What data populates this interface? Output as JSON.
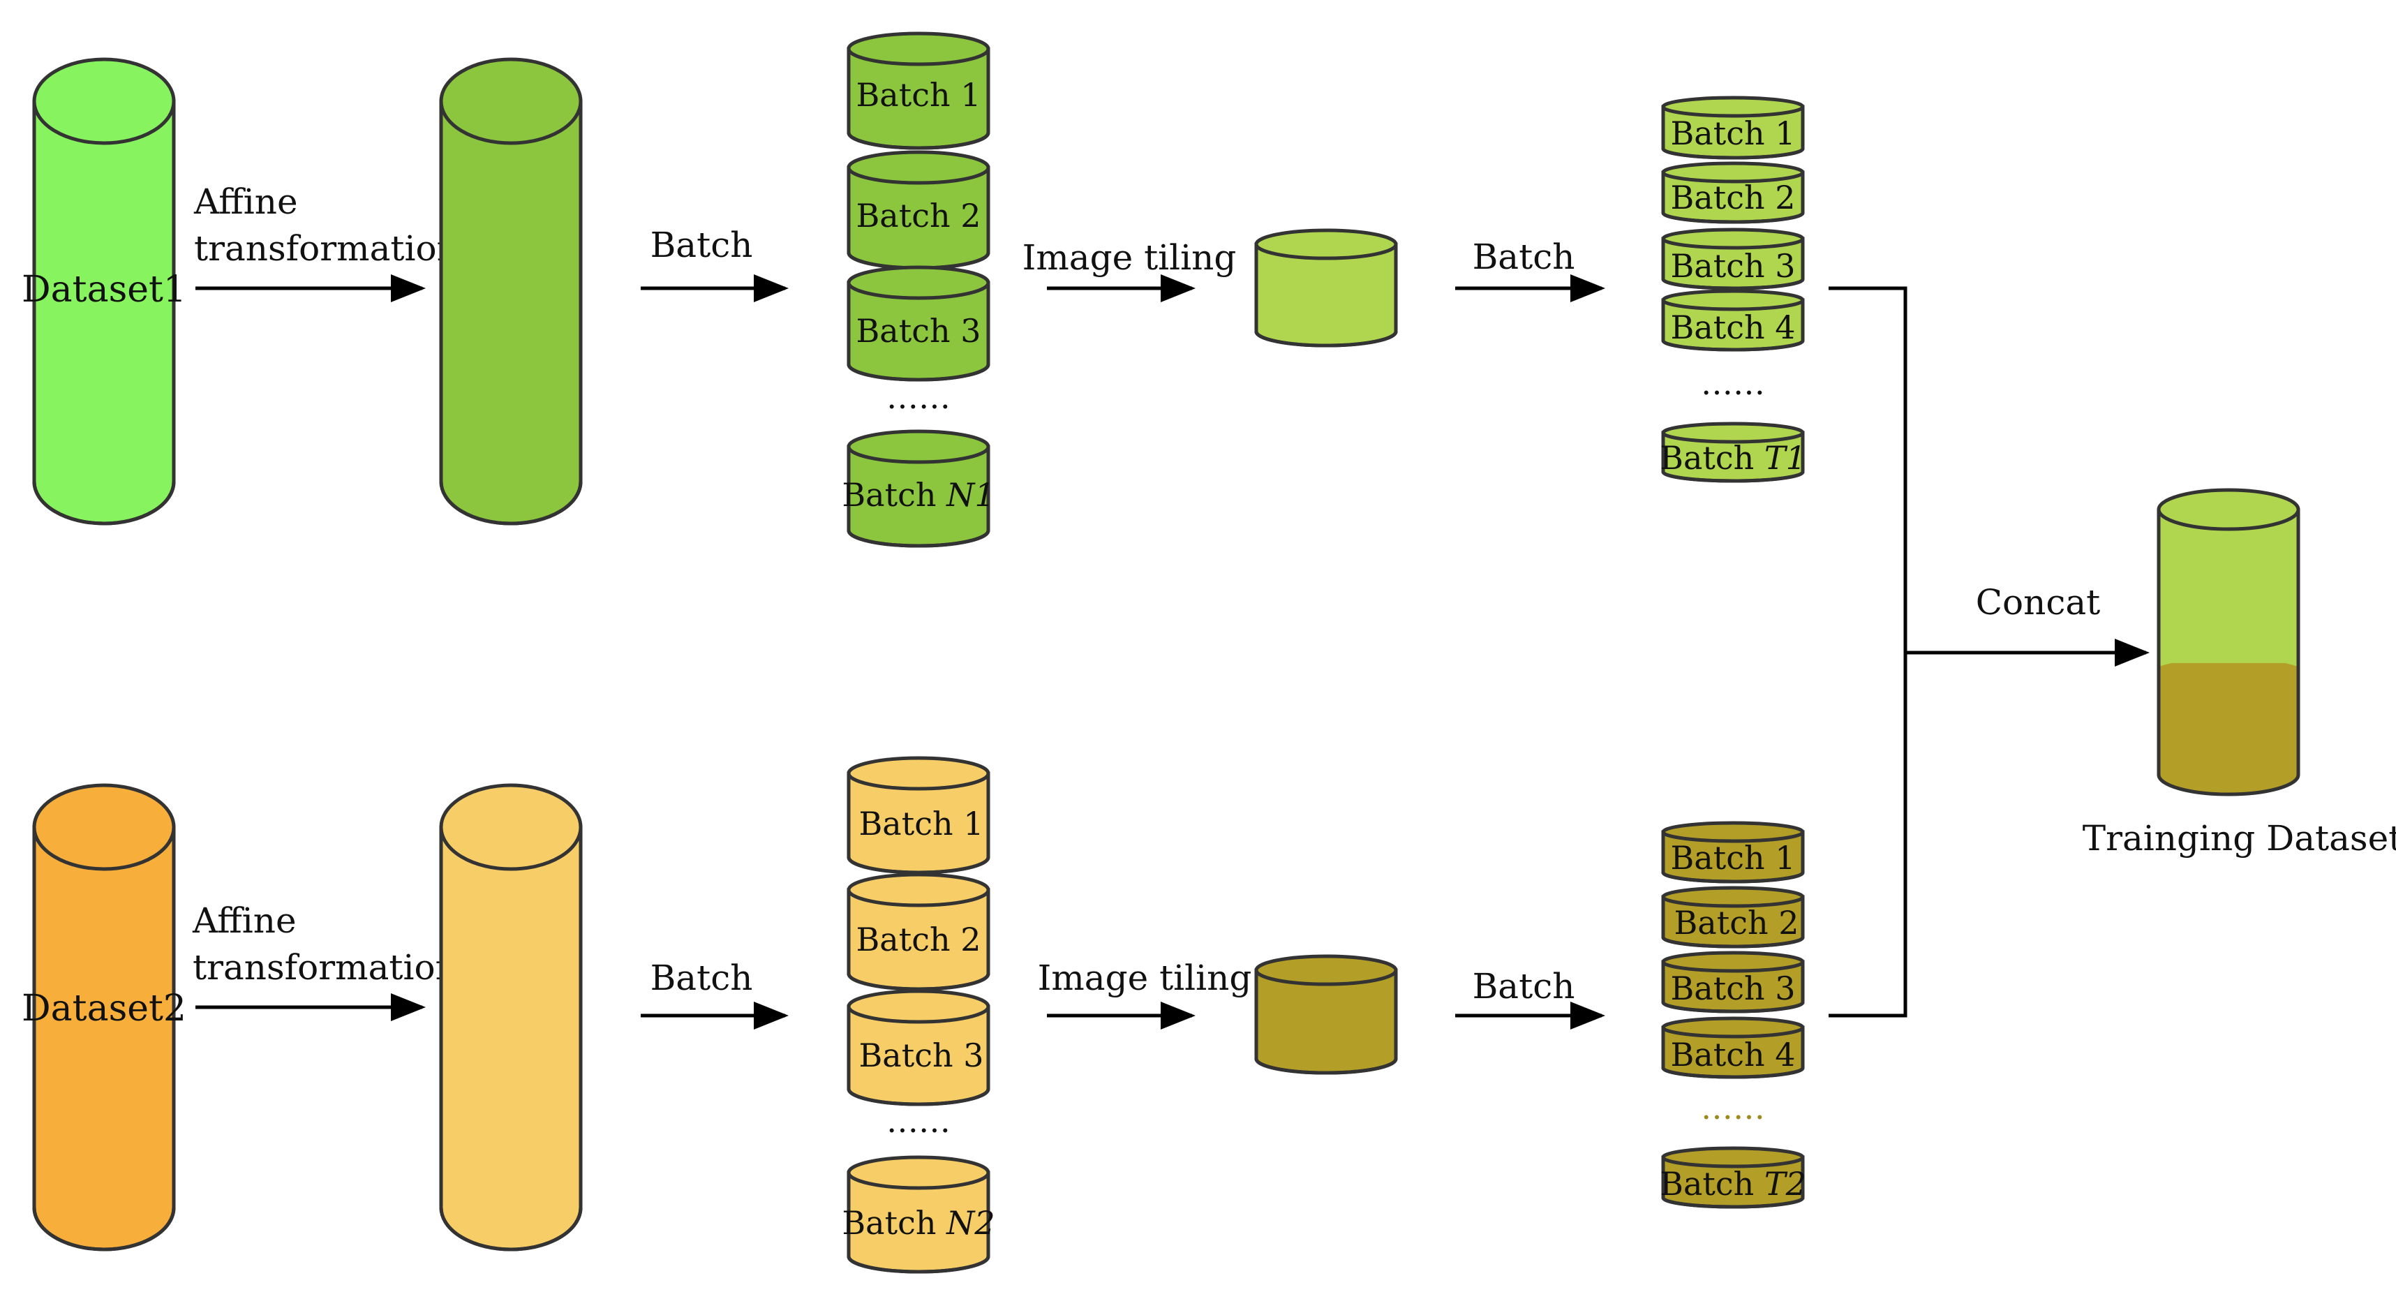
{
  "colors": {
    "dataset1": "#87f35f",
    "dataset1_transformed": "#8cc63e",
    "batch1": "#8cc63e",
    "tiled1": "#b0d650",
    "tiled1_batch": "#b0d650",
    "dataset2": "#f7ae3b",
    "dataset2_transformed": "#f6cd67",
    "batch2": "#f6cd67",
    "tiled2": "#b39e27",
    "tiled2_batch": "#b39e27",
    "training_top": "#b0d650",
    "training_bottom": "#b39e27",
    "dots2_color": "#9b8a1c"
  },
  "dataset1": {
    "label": "Dataset1"
  },
  "dataset2": {
    "label": "Dataset2"
  },
  "affine_label": [
    "Affine",
    "transformation"
  ],
  "batch_arrow_label": "Batch",
  "image_tiling_label": "Image tiling",
  "ellipsis": "……",
  "batch_group_1": {
    "items": [
      "Batch 1",
      "Batch 2",
      "Batch 3"
    ],
    "last_prefix": "Batch ",
    "last_var": "N1"
  },
  "batch_group_2": {
    "items": [
      "Batch 1",
      "Batch 2",
      "Batch 3"
    ],
    "last_prefix": "Batch ",
    "last_var": "N2"
  },
  "tile_batch_group_1": {
    "items": [
      "Batch 1",
      "Batch 2",
      "Batch 3",
      "Batch 4"
    ],
    "last_prefix": "Batch ",
    "last_var": "T1"
  },
  "tile_batch_group_2": {
    "items": [
      "Batch 1",
      "Batch 2",
      "Batch 3",
      "Batch 4"
    ],
    "last_prefix": "Batch ",
    "last_var": "T2"
  },
  "concat_label": "Concat",
  "training_label": "Trainging Dataset"
}
